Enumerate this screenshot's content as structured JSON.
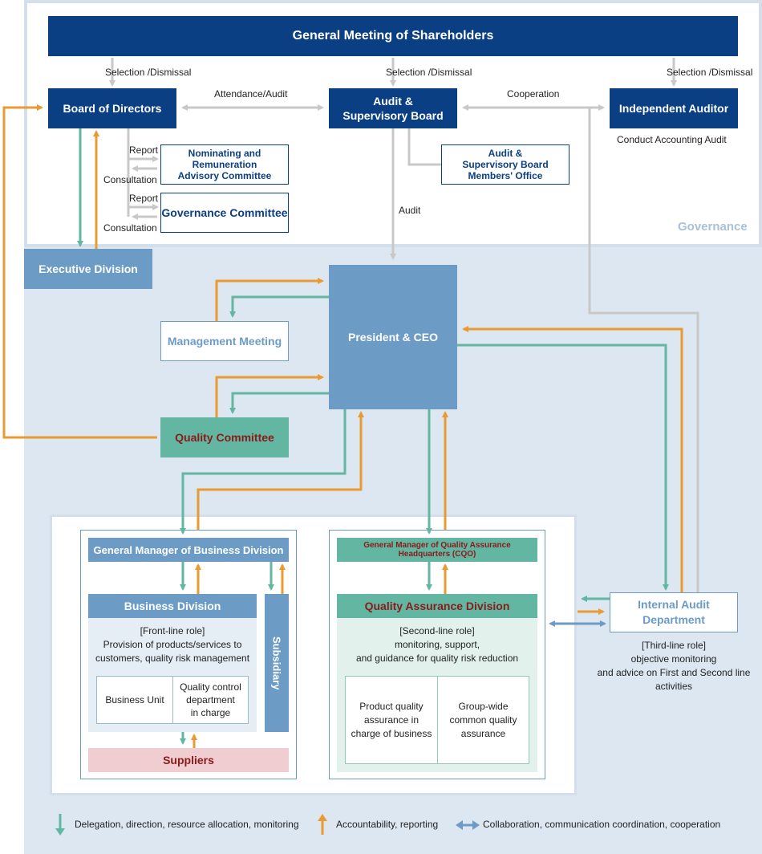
{
  "boxes": {
    "shareholders": "General Meeting of Shareholders",
    "board": "Board of Directors",
    "asb": "Audit &\nSupervisory Board",
    "auditor": "Independent Auditor",
    "nominating": "Nominating and\nRemuneration\nAdvisory Committee",
    "governance_committee": "Governance Committee",
    "asb_office": "Audit &\nSupervisory Board\nMembers' Office",
    "executive": "Executive Division",
    "management": "Management Meeting",
    "ceo": "President & CEO",
    "quality_committee": "Quality Committee",
    "gm_business": "General Manager of Business Division",
    "business_division": "Business Division",
    "subsidiary": "Subsidiary",
    "business_unit": "Business Unit",
    "qc_department": "Quality control\ndepartment\nin charge",
    "suppliers": "Suppliers",
    "gm_qa": "General Manager of Quality Assurance Headquarters (CQO)",
    "qa_division": "Quality Assurance Division",
    "product_qa": "Product quality\nassurance in\ncharge of business",
    "group_qa": "Group-wide\ncommon quality\nassurance",
    "internal_audit": "Internal Audit\nDepartment"
  },
  "labels": {
    "selection_1": "Selection /Dismissal",
    "selection_2": "Selection /Dismissal",
    "selection_3": "Selection /Dismissal",
    "attendance": "Attendance/Audit",
    "cooperation": "Cooperation",
    "conduct": "Conduct Accounting Audit",
    "report_1": "Report",
    "consultation_1": "Consultation",
    "report_2": "Report",
    "consultation_2": "Consultation",
    "audit": "Audit",
    "governance": "Governance"
  },
  "roles": {
    "front_line": "[Front-line role]\nProvision of products/services to\ncustomers, quality risk management",
    "second_line": "[Second-line role]\nmonitoring, support,\nand guidance for quality risk reduction",
    "third_line": "[Third-line role]\nobjective monitoring\nand advice on First and Second line\nactivities"
  },
  "legend": {
    "delegation": "Delegation, direction, resource allocation, monitoring",
    "accountability": "Accountability, reporting",
    "collaboration": "Collaboration, communication coordination, cooperation"
  },
  "colors": {
    "navy": "#0b3f83",
    "mid_blue": "#6c9cc6",
    "teal": "#63b6a1",
    "orange": "#e99a32",
    "gray": "#c8c8c8",
    "bg_light": "#dde7f1",
    "dark_red": "#8b1a1a"
  }
}
